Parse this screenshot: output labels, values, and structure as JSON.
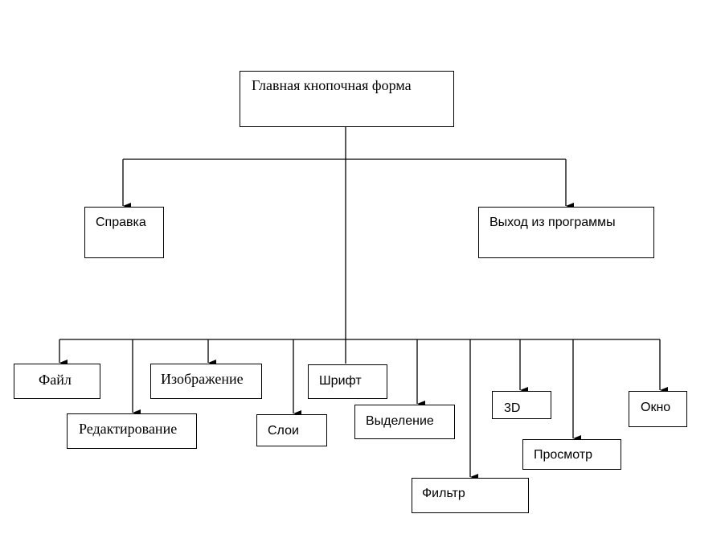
{
  "diagram": {
    "root": "Главная кнопочная форма",
    "level1": [
      "Справка",
      "Выход из программы"
    ],
    "level2": [
      "Файл",
      "Редактирование",
      "Изображение",
      "Слои",
      "Шрифт",
      "Выделение",
      "Фильтр",
      "3D",
      "Просмотр",
      "Окно"
    ]
  }
}
